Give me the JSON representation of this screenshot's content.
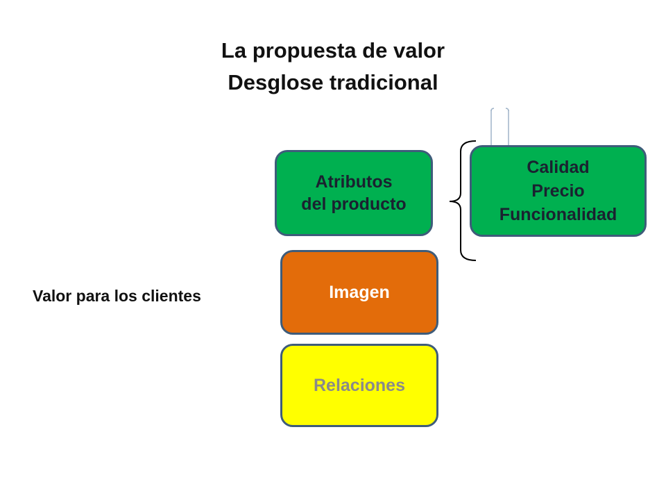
{
  "title": {
    "line1": "La propuesta de valor",
    "line2": "Desglose tradicional"
  },
  "left_label": "Valor para los clientes",
  "boxes": {
    "attributes": "Atributos\ndel producto",
    "image": "Imagen",
    "relations": "Relaciones",
    "detail": "Calidad\nPrecio\nFuncionalidad"
  },
  "colors": {
    "green": "#00b050",
    "orange": "#e36c0a",
    "yellow": "#ffff00",
    "border": "#3e5c7a"
  }
}
